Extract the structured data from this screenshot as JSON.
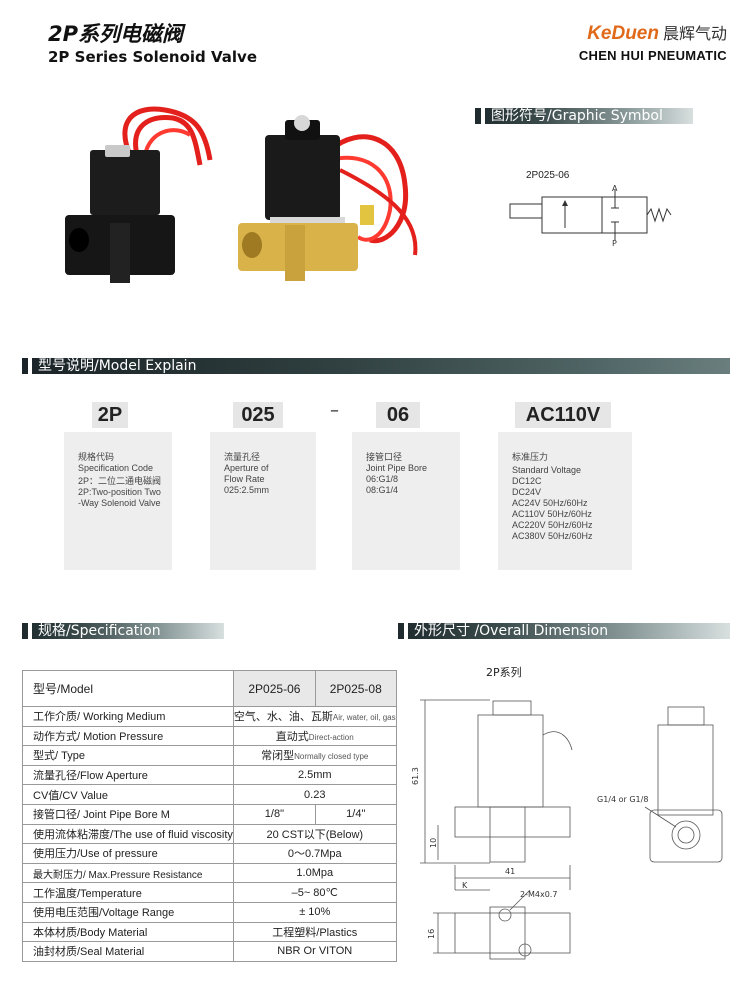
{
  "header": {
    "title_cn": "2P系列电磁阀",
    "title_en": "2P Series Solenoid Valve",
    "brand": "KeDuen",
    "brand_cn": "晨辉气动",
    "company": "CHEN HUI PNEUMATIC"
  },
  "graphic_symbol": {
    "section_title": "图形符号/Graphic Symbol",
    "model": "2P025-06",
    "port_a": "A",
    "port_p": "P"
  },
  "model_explain": {
    "section_title": "型号说明/Model Explain",
    "codes": [
      "2P",
      "025",
      "06",
      "AC110V"
    ],
    "dash": "–",
    "boxes": [
      {
        "lines": [
          "规格代码",
          "Specification Code",
          "2P：二位二通电磁阀",
          "2P:Two-position Two",
          "-Way Solenoid Valve"
        ]
      },
      {
        "lines": [
          "流量孔径",
          "Aperture of",
          "Flow Rate",
          "025:2.5mm"
        ]
      },
      {
        "lines": [
          "接管口径",
          "Joint Pipe Bore",
          "06:G1/8",
          "08:G1/4"
        ]
      },
      {
        "lines": [
          "标准压力",
          "Standard Voltage",
          "DC12C",
          "DC24V",
          "AC24V    50Hz/60Hz",
          "AC110V  50Hz/60Hz",
          "AC220V  50Hz/60Hz",
          "AC380V  50Hz/60Hz"
        ]
      }
    ]
  },
  "specification": {
    "section_title": "规格/Specification",
    "header": {
      "label": "型号/Model",
      "col1": "2P025-06",
      "col2": "2P025-08"
    },
    "rows": [
      {
        "label": "工作介质/ Working Medium",
        "value": "空气、水、油、瓦斯",
        "note": "Air, water, oil, gas"
      },
      {
        "label": "动作方式/ Motion Pressure",
        "value": "直动式",
        "note": "Direct-action"
      },
      {
        "label": "型式/ Type",
        "value": "常闭型",
        "note": "Normally closed type"
      },
      {
        "label": "流量孔径/Flow Aperture",
        "value": "2.5mm"
      },
      {
        "label": "CV值/CV Value",
        "value": "0.23"
      },
      {
        "label": "接管口径/ Joint Pipe Bore M",
        "v1": "1/8\"",
        "v2": "1/4\""
      },
      {
        "label_cn": "使用流体粘滞度/",
        "label_en": "The use of fluid viscosity",
        "value": "20 CST以下(Below)"
      },
      {
        "label": "使用压力/Use of pressure",
        "value": "0～0.7Mpa"
      },
      {
        "label": "最大耐压力/ Max.Pressure Resistance",
        "value": "1.0Mpa"
      },
      {
        "label": "工作温度/Temperature",
        "value": "–5~ 80℃"
      },
      {
        "label": "使用电压范围/Voltage Range",
        "value": "± 10%"
      },
      {
        "label": "本体材质/Body Material",
        "value": "工程塑料/Plastics"
      },
      {
        "label": "油封材质/Seal Material",
        "value": "NBR Or VITON"
      }
    ]
  },
  "overall_dimension": {
    "section_title": "外形尺寸 /Overall Dimension",
    "series": "2P系列",
    "dim_height": "61.3",
    "dim_10": "10",
    "dim_41": "41",
    "dim_k": "K",
    "dim_thread": "G1/4 or G1/8",
    "dim_holes": "2-M4x0.7",
    "dim_16": "16"
  },
  "colors": {
    "wire": "#e3201b",
    "brass": "#d9b24a",
    "coil": "#1a1a1a",
    "bar_dark": "#1e2a2e"
  }
}
